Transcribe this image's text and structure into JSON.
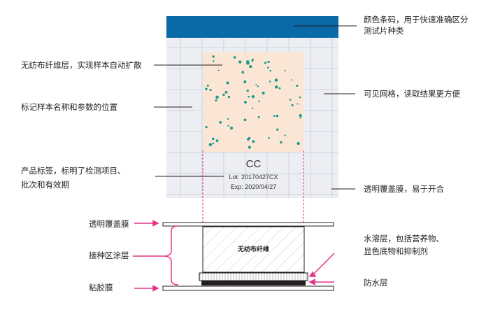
{
  "plate": {
    "code": "CC",
    "lot": "Lot: 20170427CX",
    "exp": "Exp: 2020/04/27"
  },
  "callouts_top": {
    "nonwoven_layer": "无纺布纤维层，实现样本自动扩散",
    "sample_mark": "标记样本名称和参数的位置",
    "label_line1": "产品标签，标明了检测项目、",
    "label_line2": "批次和有效期",
    "color_bar_line1": "颜色条码，用于快速准确区分",
    "color_bar_line2": "测试片种类",
    "grid": "可见网格，读取结果更方便",
    "cover_film": "透明覆盖膜，易于开合"
  },
  "cross_section": {
    "top_film": "透明覆盖膜",
    "inoculation_coating": "接种区涂层",
    "adhesive_film": "粘胶膜",
    "nonwoven_fiber": "无纺布纤维",
    "soluble_line1": "水溶层，包括营养物、",
    "soluble_line2": "显色底物和抑制剂",
    "waterproof": "防水层"
  },
  "colors": {
    "blue_bar": "#0a6aa8",
    "pink": "#e6348a",
    "agar": "#fbe6d6",
    "colony": "#1a9a8a"
  }
}
